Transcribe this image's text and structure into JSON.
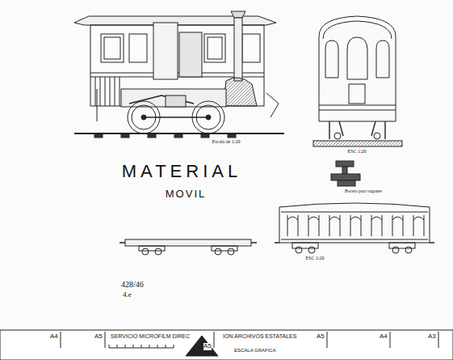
{
  "diagram": {
    "labels": [
      "MATERIAL",
      "MOVIL",
      "Escala de 1:20",
      "ESC 1:20",
      "Boceto para vagones",
      "ESC 1:20",
      "428/46",
      "4.e",
      "SERVICIO MICROFILM DIREC",
      "ION ARCHIVOS ESTATALES",
      "ESCALA GRAFICA",
      "A4",
      "A5",
      "A5",
      "A5",
      "A4",
      "A3"
    ]
  }
}
